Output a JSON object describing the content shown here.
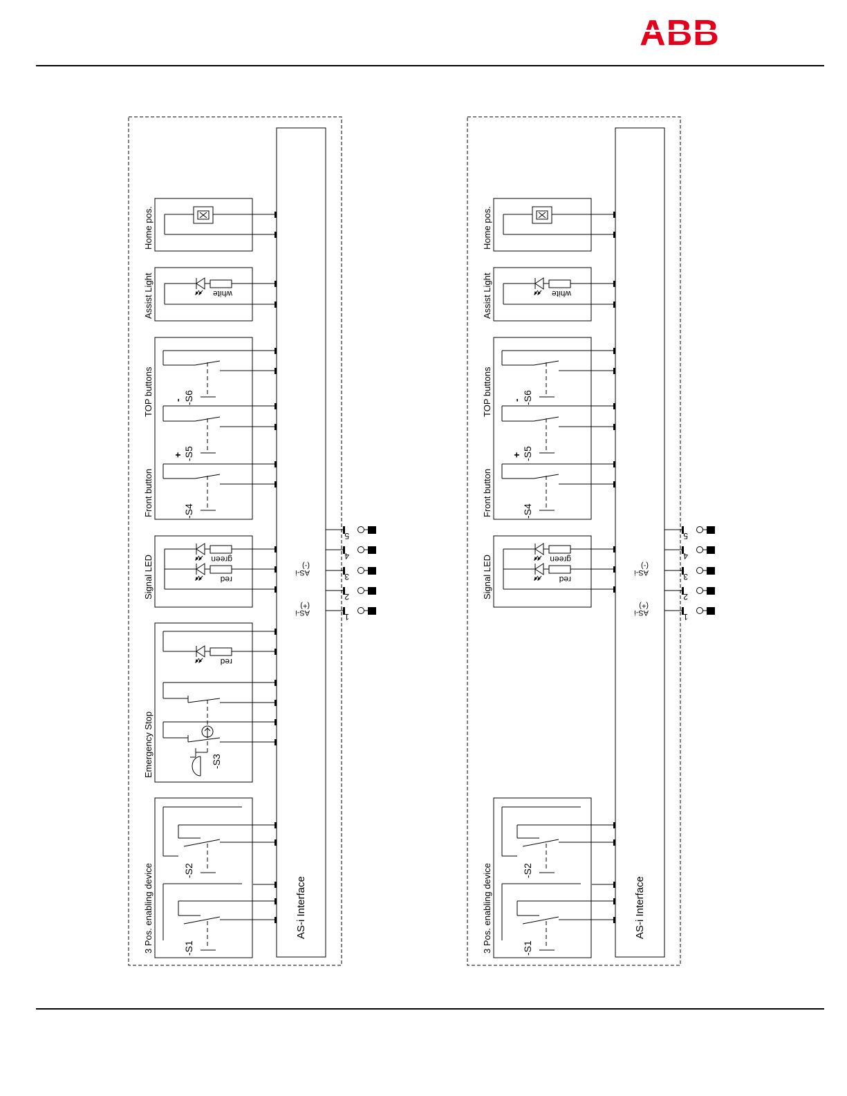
{
  "brand": {
    "logo_text": "ABB",
    "color": "#e2001a"
  },
  "labels": {
    "home_pos": "Home pos.",
    "assist_light": "Assist Light",
    "white": "white",
    "top_buttons": "TOP buttons",
    "front_button": "Front button",
    "signal_led": "Signal LED",
    "emergency_stop": "Emergency Stop",
    "enabling_device": "3 Pos. enabling device",
    "asi_interface": "AS-i Interface",
    "red": "red",
    "green": "green",
    "s1": "-S1",
    "s2": "-S2",
    "s3": "-S3",
    "s4": "-S4",
    "s5": "-S5",
    "s6": "-S6",
    "plus": "+",
    "minus": "-",
    "asi": "AS-i",
    "asi_plus": "(+)",
    "asi_minus": "(-)",
    "pins": [
      "1",
      "2",
      "3",
      "4",
      "5"
    ]
  }
}
